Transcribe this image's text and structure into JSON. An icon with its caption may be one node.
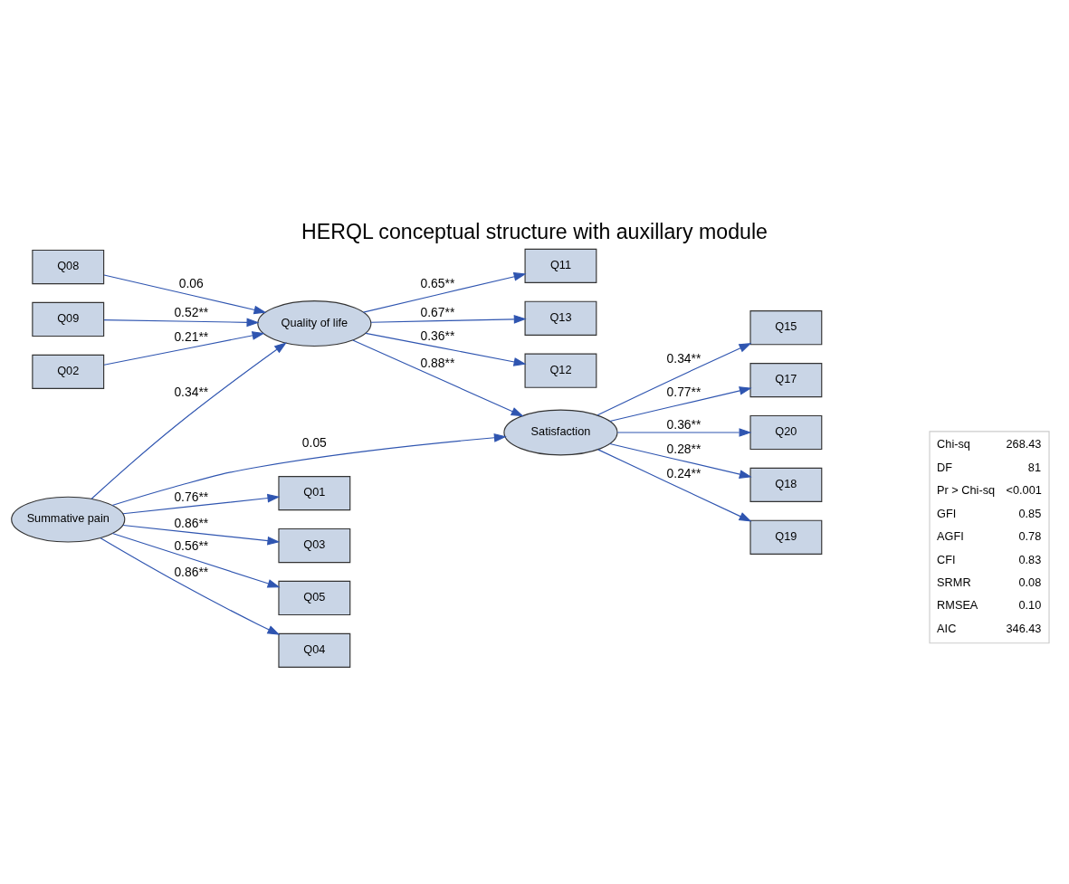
{
  "diagram": {
    "title": "HERQL conceptual structure with auxillary module",
    "nodes": [
      {
        "text": [
          "Q08"
        ]
      },
      {
        "text": [
          "Q11"
        ]
      },
      {
        "text": [
          "Q09"
        ]
      },
      {
        "text": [
          "Q13"
        ]
      },
      {
        "text": [
          "Q02"
        ]
      },
      {
        "text": [
          "Quality of life"
        ]
      },
      {
        "text": [
          "Q15"
        ]
      },
      {
        "text": [
          "Q12"
        ]
      },
      {
        "text": [
          "Q17"
        ]
      },
      {
        "text": [
          "Satisfaction"
        ]
      },
      {
        "text": [
          "Q01"
        ]
      },
      {
        "text": [
          "Q20"
        ]
      },
      {
        "text": [
          "Summative pain"
        ]
      },
      {
        "text": [
          "Q03"
        ]
      },
      {
        "text": [
          "Q18"
        ]
      },
      {
        "text": [
          "Q05"
        ]
      },
      {
        "text": [
          "Q19"
        ]
      },
      {
        "text": [
          "Q04"
        ]
      }
    ],
    "edges": [
      {
        "from": 0,
        "to": 5,
        "arrow": "to",
        "label": "0.06"
      },
      {
        "from": 2,
        "to": 5,
        "arrow": "to",
        "label": "0.52**"
      },
      {
        "from": 4,
        "to": 5,
        "arrow": "to",
        "label": "0.21**"
      },
      {
        "from": 12,
        "to": 5,
        "arrow": "to",
        "label": "0.34**"
      },
      {
        "from": 5,
        "to": 1,
        "arrow": "to",
        "label": "0.65**"
      },
      {
        "from": 5,
        "to": 3,
        "arrow": "to",
        "label": "0.67**"
      },
      {
        "from": 5,
        "to": 7,
        "arrow": "to",
        "label": "0.36**"
      },
      {
        "from": 5,
        "to": 9,
        "arrow": "to",
        "label": "0.88**"
      },
      {
        "from": 12,
        "to": 9,
        "arrow": "to",
        "label": "0.05"
      },
      {
        "from": 12,
        "to": 10,
        "arrow": "to",
        "label": "0.76**"
      },
      {
        "from": 12,
        "to": 13,
        "arrow": "to",
        "label": "0.86**"
      },
      {
        "from": 12,
        "to": 15,
        "arrow": "to",
        "label": "0.56**"
      },
      {
        "from": 12,
        "to": 17,
        "arrow": "to",
        "label": "0.86**"
      },
      {
        "from": 9,
        "to": 6,
        "arrow": "to",
        "label": "0.34**"
      },
      {
        "from": 9,
        "to": 8,
        "arrow": "to",
        "label": "0.77**"
      },
      {
        "from": 9,
        "to": 11,
        "arrow": "to",
        "label": "0.36**"
      },
      {
        "from": 9,
        "to": 14,
        "arrow": "to",
        "label": "0.28**"
      },
      {
        "from": 9,
        "to": 16,
        "arrow": "to",
        "label": "0.24**"
      }
    ],
    "labels": [
      "Chi-sq",
      "268.43",
      "DF",
      "81",
      "Pr > Chi-sq",
      "<0.001",
      "GFI",
      "0.85",
      "AGFI",
      "0.78",
      "CFI",
      "0.83",
      "SRMR",
      "0.08",
      "RMSEA",
      "0.10",
      "AIC",
      "346.43"
    ]
  }
}
